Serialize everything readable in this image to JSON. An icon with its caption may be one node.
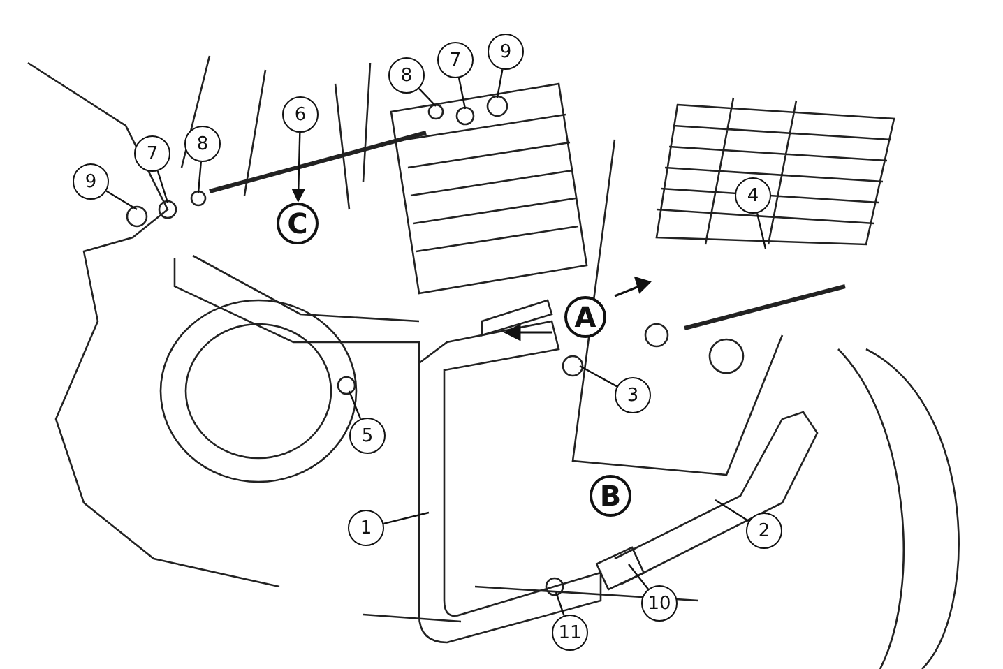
{
  "diagram": {
    "nodes": [
      {
        "text": [
          "8"
        ]
      },
      {
        "text": [
          "7"
        ]
      },
      {
        "text": [
          "9"
        ]
      },
      {
        "text": [
          "6"
        ]
      },
      {
        "text": [
          "9"
        ]
      },
      {
        "text": [
          "7"
        ]
      },
      {
        "text": [
          "8"
        ]
      },
      {
        "text": [
          "4"
        ]
      },
      {
        "text": [
          "3"
        ]
      },
      {
        "text": [
          "5"
        ]
      },
      {
        "text": [
          "1"
        ]
      },
      {
        "text": [
          "2"
        ]
      },
      {
        "text": [
          "10"
        ]
      },
      {
        "text": [
          "11"
        ]
      },
      {
        "text": [
          "C"
        ]
      },
      {
        "text": [
          "A"
        ]
      },
      {
        "text": [
          "B"
        ]
      }
    ],
    "edges": [
      {
        "from": 0,
        "to": null,
        "arrow": "none"
      },
      {
        "from": 1,
        "to": null,
        "arrow": "none"
      },
      {
        "from": 2,
        "to": null,
        "arrow": "none"
      },
      {
        "from": 3,
        "to": 14,
        "arrow": "to"
      },
      {
        "from": 4,
        "to": null,
        "arrow": "none"
      },
      {
        "from": 5,
        "to": null,
        "arrow": "none"
      },
      {
        "from": 6,
        "to": null,
        "arrow": "none"
      },
      {
        "from": 7,
        "to": null,
        "arrow": "none"
      },
      {
        "from": 8,
        "to": null,
        "arrow": "none"
      },
      {
        "from": 9,
        "to": null,
        "arrow": "none"
      },
      {
        "from": 10,
        "to": null,
        "arrow": "none"
      },
      {
        "from": 11,
        "to": null,
        "arrow": "none"
      },
      {
        "from": 12,
        "to": null,
        "arrow": "none"
      },
      {
        "from": 13,
        "to": null,
        "arrow": "none"
      }
    ]
  }
}
